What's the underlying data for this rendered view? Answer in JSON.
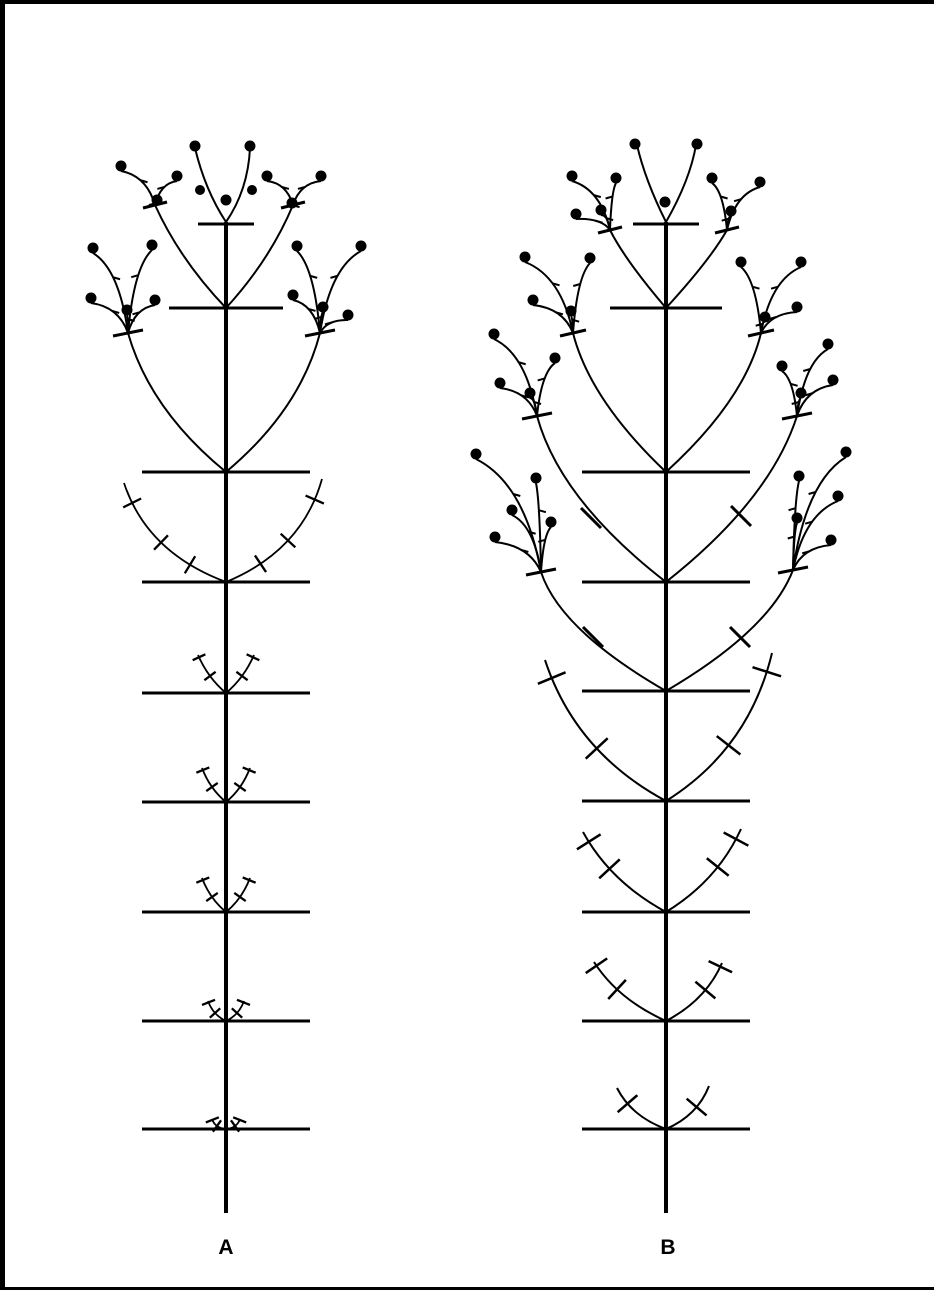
{
  "figure": {
    "panels": [
      {
        "id": "A",
        "label": "A"
      },
      {
        "id": "B",
        "label": "B"
      }
    ],
    "ink_color": "#000000",
    "background": "#ffffff"
  }
}
